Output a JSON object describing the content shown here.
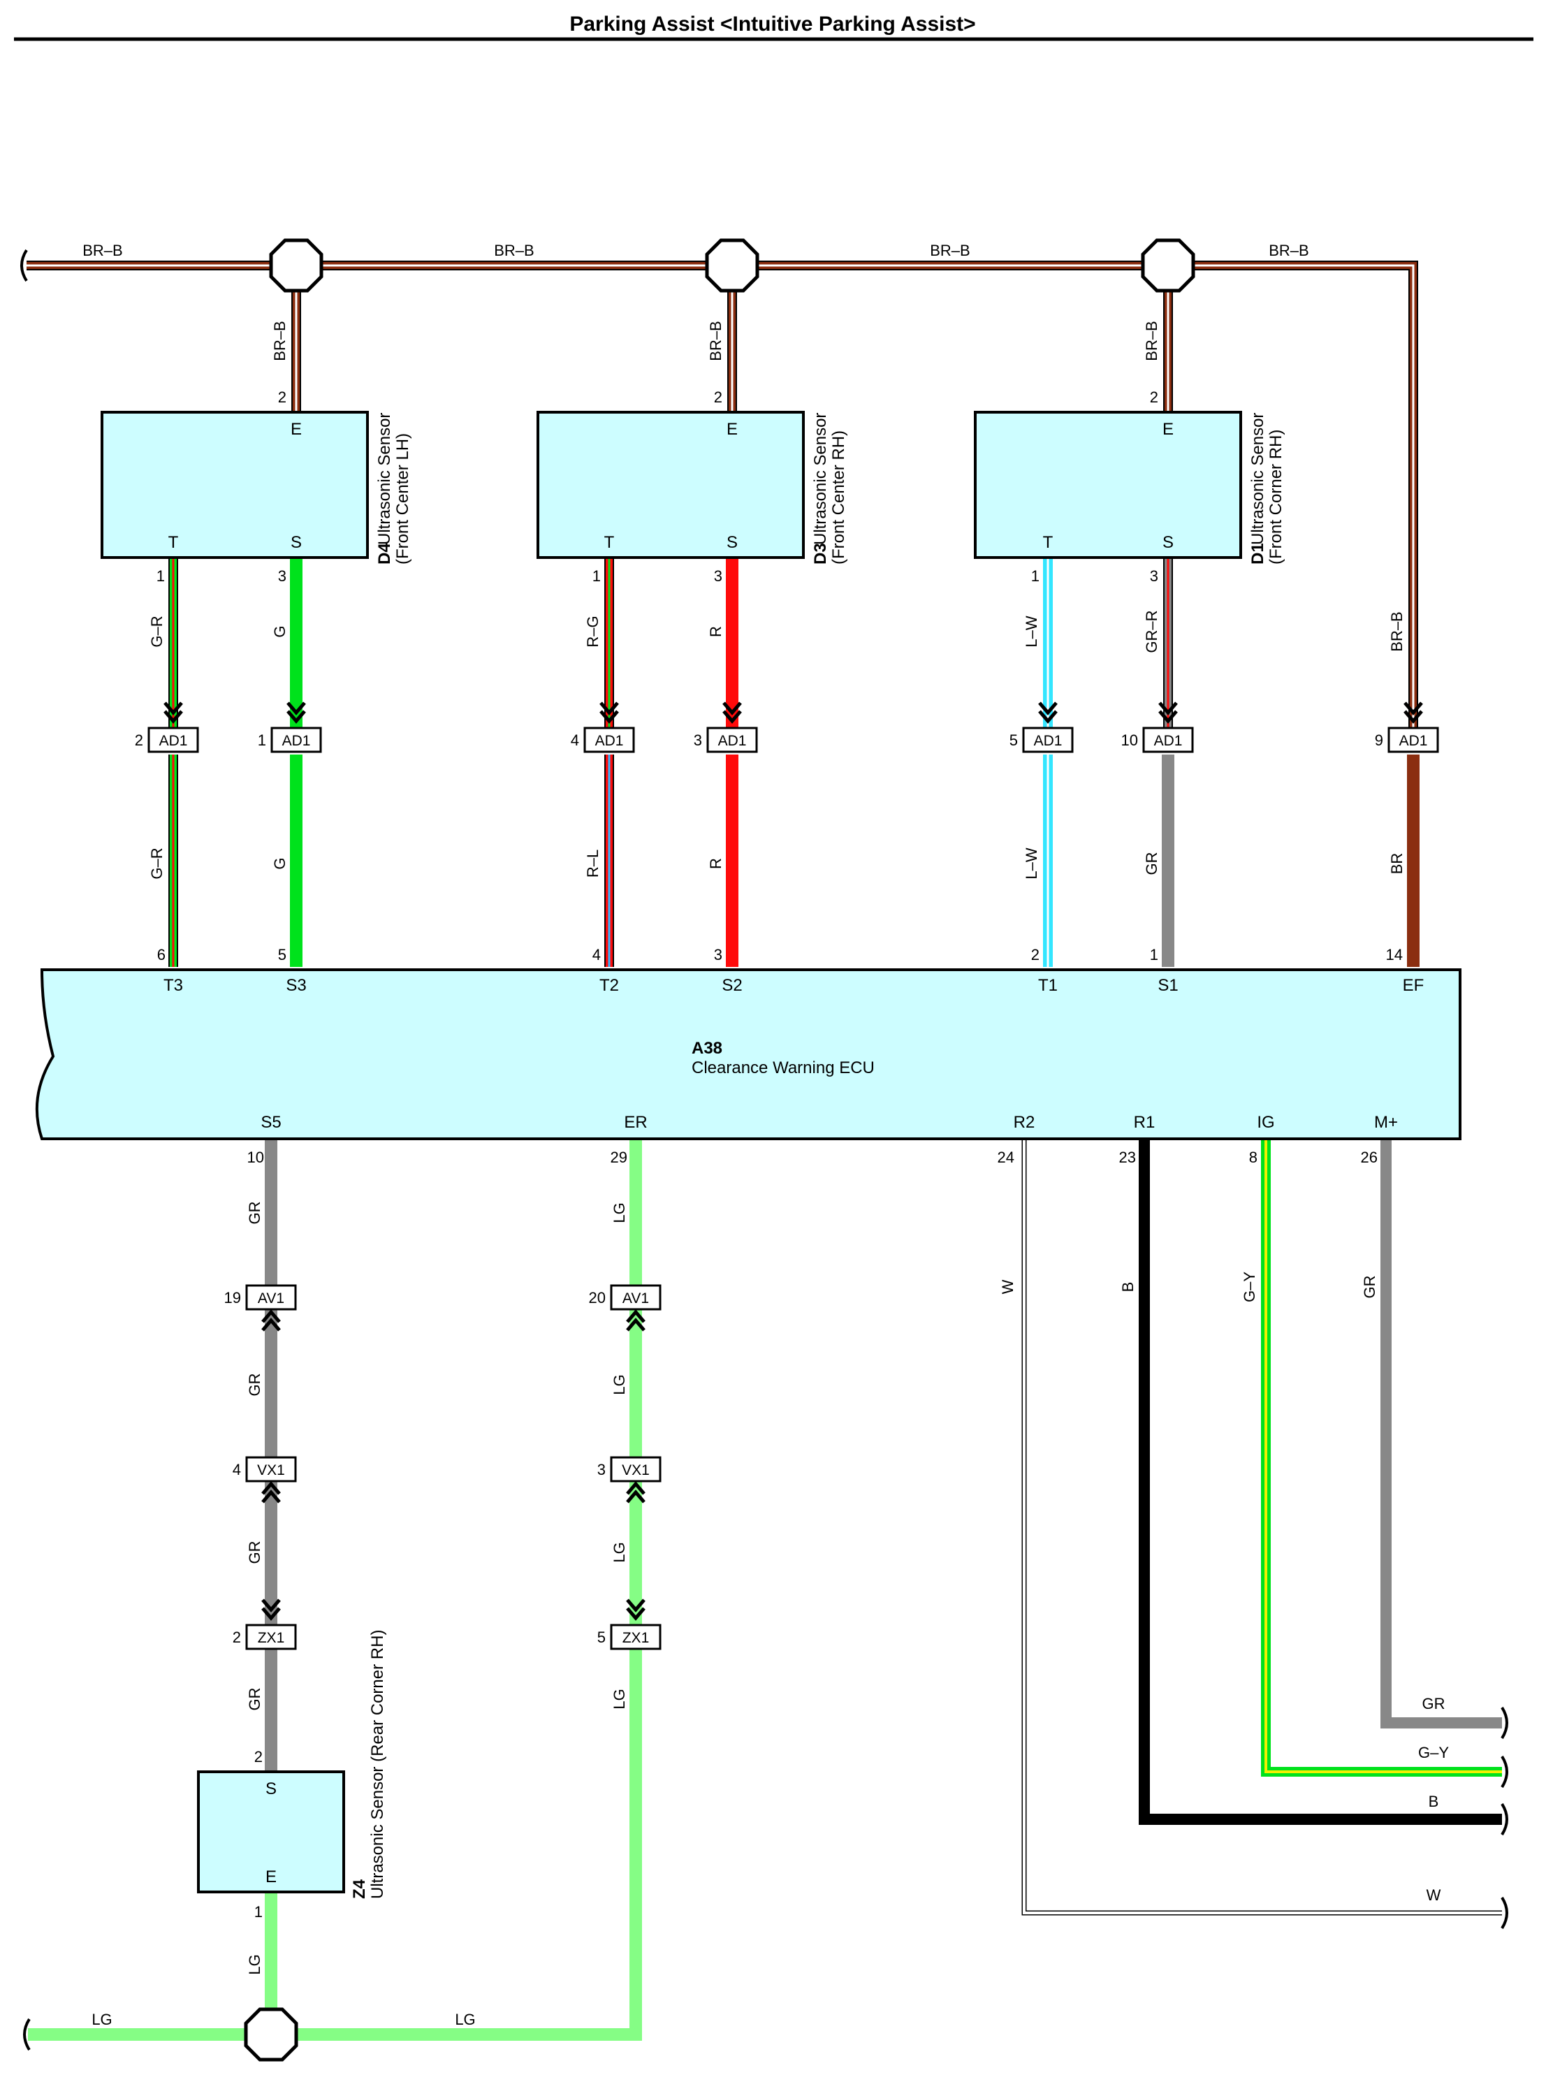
{
  "title": "Parking Assist <Intuitive Parking Assist>",
  "colors": {
    "BR": "#8b2e10",
    "G": "#00e21c",
    "R": "#ff0b0b",
    "LW": "#33e6ff",
    "GR": "#888888",
    "LG": "#85fd85",
    "B": "#000000",
    "W": "#ffffff",
    "Y": "#f0f000",
    "ecu_fill": "#cdfdff"
  },
  "top_bus": {
    "label": "BR–B"
  },
  "bottom_bus": {
    "label": "LG"
  },
  "sensors": [
    {
      "id": "D4",
      "name": "Ultrasonic Sensor",
      "position": "(Front Center LH)",
      "pin_e": "E",
      "pin_t": "T",
      "pin_s": "S",
      "e_num": "2",
      "t_num": "1",
      "s_num": "3",
      "e_wire": "BR–B",
      "t_wire": "G–R",
      "s_wire": "G",
      "t_conn": {
        "id": "AD1",
        "pin": "2"
      },
      "s_conn": {
        "id": "AD1",
        "pin": "1"
      },
      "t_wire2": "G–R",
      "s_wire2": "G"
    },
    {
      "id": "D3",
      "name": "Ultrasonic Sensor",
      "position": "(Front Center RH)",
      "pin_e": "E",
      "pin_t": "T",
      "pin_s": "S",
      "e_num": "2",
      "t_num": "1",
      "s_num": "3",
      "e_wire": "BR–B",
      "t_wire": "R–G",
      "s_wire": "R",
      "t_conn": {
        "id": "AD1",
        "pin": "4"
      },
      "s_conn": {
        "id": "AD1",
        "pin": "3"
      },
      "t_wire2": "R–L",
      "s_wire2": "R"
    },
    {
      "id": "D1",
      "name": "Ultrasonic Sensor",
      "position": "(Front Corner RH)",
      "pin_e": "E",
      "pin_t": "T",
      "pin_s": "S",
      "e_num": "2",
      "t_num": "1",
      "s_num": "3",
      "e_wire": "BR–B",
      "t_wire": "L–W",
      "s_wire": "GR–R",
      "t_conn": {
        "id": "AD1",
        "pin": "5"
      },
      "s_conn": {
        "id": "AD1",
        "pin": "10"
      },
      "t_wire2": "L–W",
      "s_wire2": "GR"
    }
  ],
  "ef_branch": {
    "wire": "BR–B",
    "conn": {
      "id": "AD1",
      "pin": "9"
    },
    "wire2": "BR"
  },
  "ecu": {
    "id": "A38",
    "name": "Clearance Warning ECU",
    "top_pins": [
      {
        "label": "T3",
        "num": "6"
      },
      {
        "label": "S3",
        "num": "5"
      },
      {
        "label": "T2",
        "num": "4"
      },
      {
        "label": "S2",
        "num": "3"
      },
      {
        "label": "T1",
        "num": "2"
      },
      {
        "label": "S1",
        "num": "1"
      },
      {
        "label": "EF",
        "num": "14"
      }
    ],
    "bottom_pins": [
      {
        "label": "S5",
        "num": "10"
      },
      {
        "label": "ER",
        "num": "29"
      },
      {
        "label": "R2",
        "num": "24"
      },
      {
        "label": "R1",
        "num": "23"
      },
      {
        "label": "IG",
        "num": "8"
      },
      {
        "label": "M+",
        "num": "26"
      }
    ]
  },
  "s5_chain": {
    "wires": [
      "GR",
      "GR",
      "GR",
      "GR"
    ],
    "conns": [
      {
        "id": "AV1",
        "pin": "19"
      },
      {
        "id": "VX1",
        "pin": "4"
      },
      {
        "id": "ZX1",
        "pin": "2"
      }
    ]
  },
  "er_chain": {
    "wires": [
      "LG",
      "LG",
      "LG",
      "LG"
    ],
    "conns": [
      {
        "id": "AV1",
        "pin": "20"
      },
      {
        "id": "VX1",
        "pin": "3"
      },
      {
        "id": "ZX1",
        "pin": "5"
      }
    ]
  },
  "rear_sensor": {
    "id": "Z4",
    "name": "Ultrasonic Sensor (Rear Corner RH)",
    "pin_s": "S",
    "pin_e": "E",
    "s_num": "2",
    "e_num": "1",
    "e_wire": "LG"
  },
  "right_wires": {
    "r2": {
      "vertical": "W",
      "horizontal": "W"
    },
    "r1": {
      "vertical": "B",
      "horizontal": "B"
    },
    "ig": {
      "vertical": "G–Y",
      "horizontal": "G–Y"
    },
    "mplus": {
      "vertical": "GR",
      "horizontal": "GR"
    }
  }
}
